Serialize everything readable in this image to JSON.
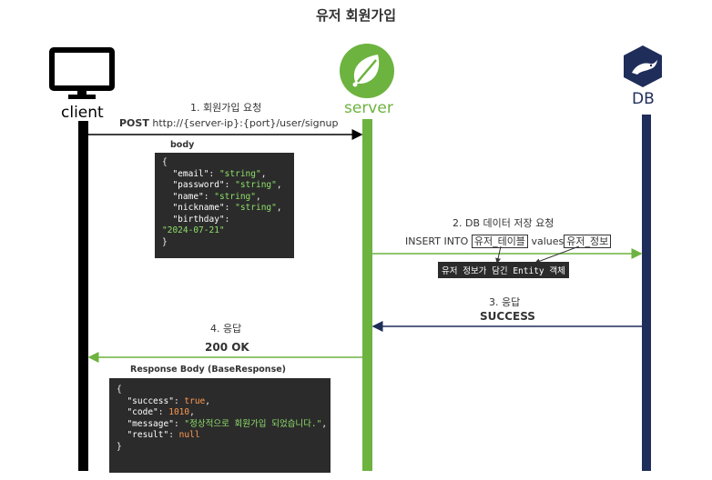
{
  "title": "유저 회원가입",
  "participants": {
    "client": "client",
    "server": "server",
    "db": "DB"
  },
  "colors": {
    "client_line": "#000000",
    "server_line": "#6db33f",
    "db_line": "#1f2d5a",
    "request_arrow": "#000000",
    "server_to_db_arrow": "#6db33f",
    "db_to_server_arrow": "#1f2d5a",
    "response_arrow": "#6db33f"
  },
  "icons": {
    "client": "monitor-icon",
    "server": "spring-leaf-icon",
    "db": "mariadb-seal-icon"
  },
  "messages": {
    "m1": {
      "step": "1. 회원가입 요청",
      "method": "POST",
      "url": "http://{server-ip}:{port}/user/signup",
      "body_label": "body"
    },
    "m2": {
      "step": "2. DB 데이터 저장 요청",
      "prefix": "INSERT INTO",
      "table": "유저_테이블",
      "values_word": "values",
      "values": "유저_정보",
      "note": "유저 정보가 담긴 Entity 객체"
    },
    "m3": {
      "step": "3. 응답",
      "result": "SUCCESS"
    },
    "m4": {
      "step": "4. 응답",
      "result": "200 OK",
      "body_label": "Response Body (BaseResponse)"
    }
  },
  "request_body": {
    "open": "{",
    "fields": [
      {
        "key": "\"email\"",
        "value": "\"string\"",
        "sep": ","
      },
      {
        "key": "\"password\"",
        "value": "\"string\"",
        "sep": ","
      },
      {
        "key": "\"name\"",
        "value": "\"string\"",
        "sep": ","
      },
      {
        "key": "\"nickname\"",
        "value": "\"string\"",
        "sep": ","
      },
      {
        "key": "\"birthday\"",
        "value": "",
        "sep": ""
      }
    ],
    "wrapped_value": "\"2024-07-21\"",
    "close": "}"
  },
  "response_body": {
    "open": "{",
    "fields": [
      {
        "key": "\"success\"",
        "value": "true",
        "sep": ","
      },
      {
        "key": "\"code\"",
        "value": "1010",
        "sep": ","
      },
      {
        "key": "\"message\"",
        "value": "\"정상적으로 회원가입 되었습니다.\"",
        "sep": ","
      },
      {
        "key": "\"result\"",
        "value": "null",
        "sep": ""
      }
    ],
    "close": "}"
  }
}
